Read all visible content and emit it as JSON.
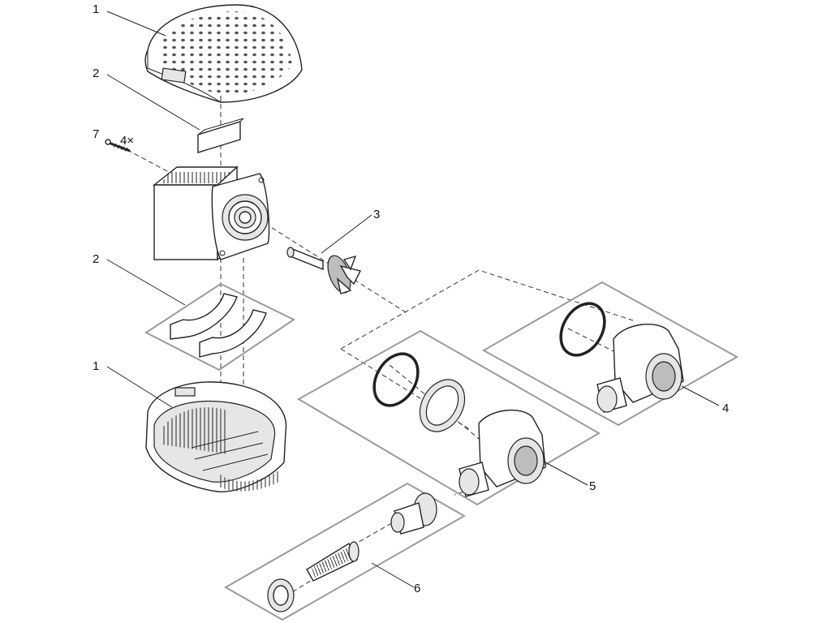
{
  "callouts": {
    "c1_top": "1",
    "c2_top": "2",
    "c7": "7",
    "c7_qty": "4×",
    "c3": "3",
    "c2_bottom": "2",
    "c1_bottom": "1",
    "c4": "4",
    "c5": "5",
    "c6": "6"
  }
}
